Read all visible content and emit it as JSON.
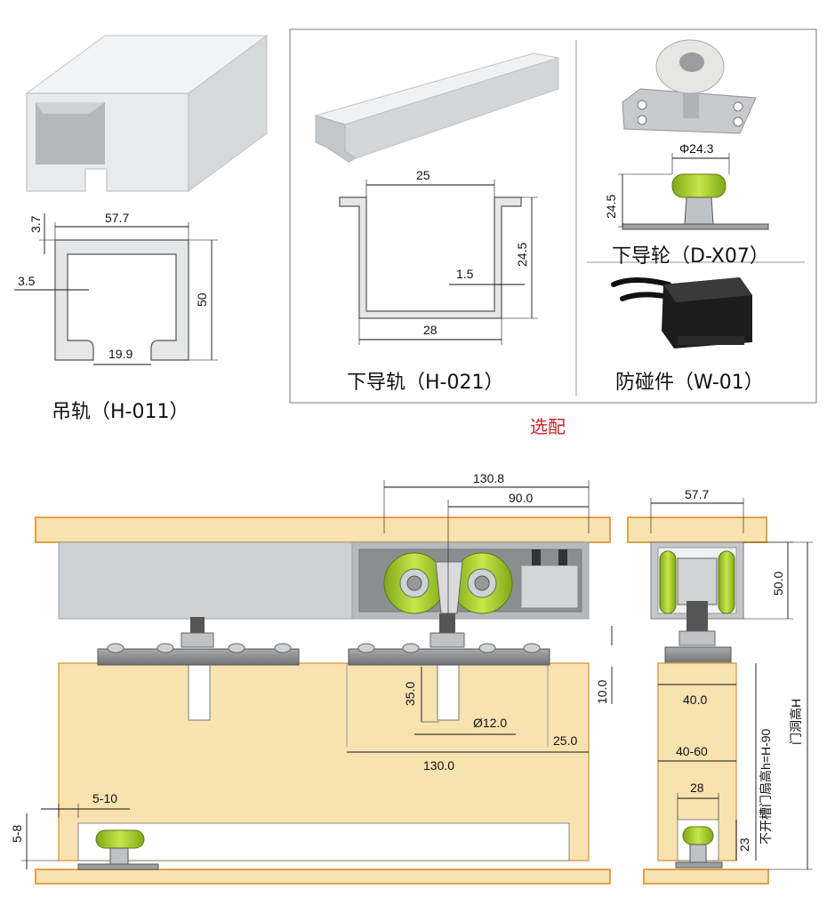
{
  "colors": {
    "wood": "#f8e2b0",
    "wood_edge": "#e0a24a",
    "steel": "#c9ccce",
    "roller_green": "#a6cf2a",
    "accent_red": "#d0202a",
    "plate": "#8d8f91"
  },
  "icons": [
    "rail-profile-icon",
    "roller-icon",
    "bumper-icon"
  ],
  "captions": {
    "hanging_rail": "吊轨（H-011）",
    "bottom_guide_rail": "下导轨（H-021）",
    "bottom_guide_wheel": "下导轮（D-X07）",
    "bumper": "防碰件（W-01）",
    "optional": "选配"
  },
  "dims": {
    "h011_width": "57.7",
    "h011_wall": "3.7",
    "h011_lip": "3.5",
    "h011_height": "50",
    "h011_slot": "19.9",
    "h021_inner": "25",
    "h021_height": "24.5",
    "h021_wall": "1.5",
    "h021_outer": "28",
    "dx07_diameter": "Φ24.3",
    "dx07_height": "24.5",
    "main_130_8": "130.8",
    "main_90": "90.0",
    "main_35": "35.0",
    "main_bolt": "Ø12.0",
    "main_10": "10.0",
    "main_25": "25.0",
    "main_130": "130.0",
    "main_5_10": "5-10",
    "main_5_8": "5-8",
    "side_57_7": "57.7",
    "side_50": "50.0",
    "side_40": "40.0",
    "side_40_60": "40-60",
    "side_28": "28",
    "side_23": "23",
    "door_height_label": "不开槽门扇高h=H-90",
    "opening_height_label": "门洞高H"
  }
}
